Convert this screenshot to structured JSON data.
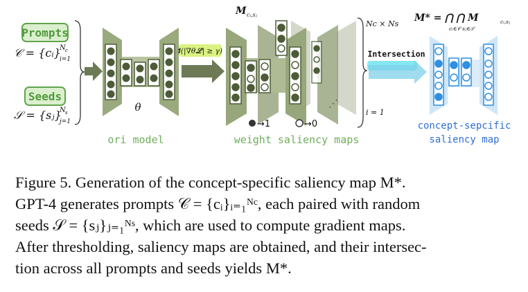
{
  "labels": {
    "prompts_tag": "Prompts",
    "prompts_set": "𝒞 = {cᵢ}",
    "prompts_sup": "N",
    "prompts_sup_sub": "c",
    "prompts_sub": "i=1",
    "seeds_tag": "Seeds",
    "seeds_set": "𝒮 = {sⱼ}",
    "seeds_sup": "N",
    "seeds_sup_sub": "s",
    "seeds_sub": "j=1",
    "theta": "θ",
    "threshold": "𝟏(|∇θℒ| ≥ γ)",
    "m_cs": "M",
    "m_cs_sub": "cᵢ,sⱼ",
    "nc_ns": "Nc × Ns",
    "i_eq_1": "i = 1",
    "intersection": "Intersection",
    "m_star_formula": "M* = ⋂ ⋂ M",
    "m_star_formula_sub_left": "cᵢ∈𝒞 sⱼ∈𝒮",
    "m_star_formula_sub_right": "cᵢ,sⱼ",
    "legend_filled": "→1",
    "legend_empty": "→0",
    "ori_model": "ori model",
    "weight_saliency_maps": "weight saliency maps",
    "concept_map_line1": "concept-sepcific",
    "concept_map_line2": "saliency map",
    "dots": "⋰"
  },
  "colors": {
    "green_tag": "#5fa54a",
    "green_tag_bg": "#dbefcf",
    "olive": "#8f9f72",
    "olive_dark": "#5b6e45",
    "olive_light": "#c9d1b6",
    "blue": "#2f8fe0",
    "blue_light": "#cfe6f7",
    "highlight_green": "#d3f06a",
    "highlight_cyan": "#6fe3ee",
    "label_green": "#6fae5a",
    "label_blue": "#2f6fd6"
  },
  "caption": {
    "line1": "Figure 5. Generation of the concept-specific saliency map M*.",
    "line2": "GPT-4 generates prompts 𝒞 = {cᵢ}ᵢ₌₁ᴺᶜ, each paired with random",
    "line3": "seeds 𝒮 = {sⱼ}ⱼ₌₁ᴺˢ, which are used to compute gradient maps.",
    "line4": "After thresholding, saliency maps are obtained, and their intersec-",
    "line5": "tion across all prompts and seeds yields M*."
  }
}
